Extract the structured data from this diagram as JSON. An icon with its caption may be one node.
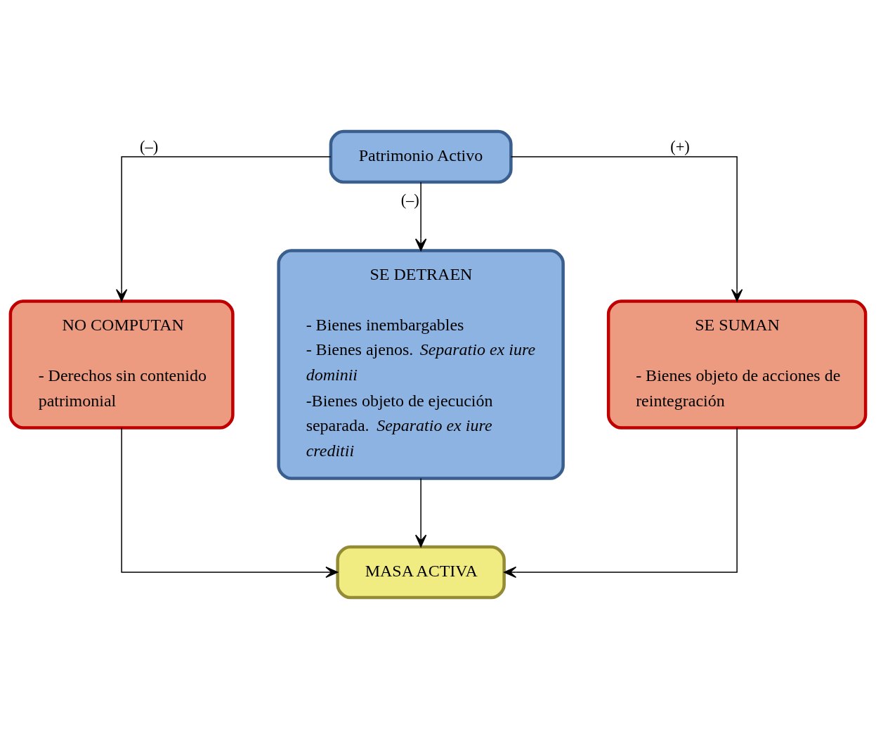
{
  "diagram": {
    "nodes": [
      {
        "text": [
          "Patrimonio Activo"
        ]
      },
      {
        "text": [
          "NO COMPUTAN",
          "- Derechos sin contenido patrimonial"
        ]
      },
      {
        "text": [
          "SE DETRAEN",
          "- Bienes inembargables",
          "- Bienes ajenos. *Separatio ex iure dominii*",
          "-Bienes objeto de ejecución separada. *Separatio ex iure creditii*"
        ]
      },
      {
        "text": [
          "SE SUMAN",
          "- Bienes objeto de acciones de reintegración"
        ]
      },
      {
        "text": [
          "MASA ACTIVA"
        ]
      }
    ],
    "edges": [
      {
        "from": 0,
        "to": 1,
        "arrow": "to",
        "label": "(–)"
      },
      {
        "from": 0,
        "to": 2,
        "arrow": "to",
        "label": "(–)"
      },
      {
        "from": 0,
        "to": 3,
        "arrow": "to",
        "label": "(+)"
      },
      {
        "from": 1,
        "to": 4,
        "arrow": "to"
      },
      {
        "from": 2,
        "to": 4,
        "arrow": "to"
      },
      {
        "from": 3,
        "to": 4,
        "arrow": "to"
      }
    ]
  }
}
